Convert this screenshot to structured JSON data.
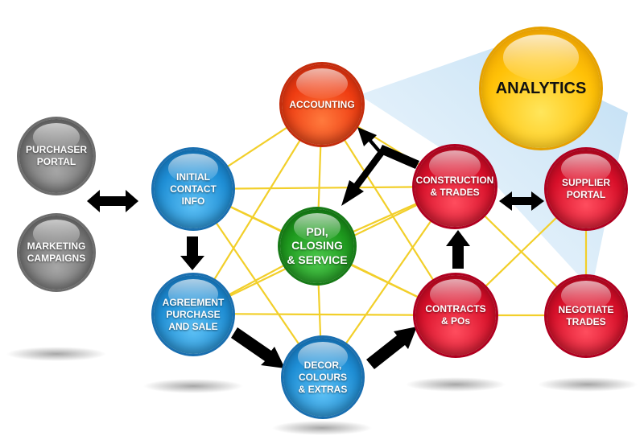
{
  "diagram": {
    "nodes": {
      "purchaser_portal": "PURCHASER\nPORTAL",
      "marketing_campaigns": "MARKETING\nCAMPAIGNS",
      "initial_contact_info": "INITIAL\nCONTACT\nINFO",
      "agreement_purchase_sale": "AGREEMENT\nPURCHASE\nAND SALE",
      "decor_colours_extras": "DECOR,\nCOLOURS\n& EXTRAS",
      "pdi_closing_service": "PDI,\nCLOSING\n& SERVICE",
      "accounting": "ACCOUNTING",
      "construction_trades": "CONSTRUCTION\n& TRADES",
      "contracts_pos": "CONTRACTS\n& POs",
      "supplier_portal": "SUPPLIER\nPORTAL",
      "negotiate_trades": "NEGOTIATE\nTRADES",
      "analytics": "ANALYTICS"
    },
    "colors": {
      "gray": "#7a7a7a",
      "blue": "#1f8fd6",
      "red": "#d9102a",
      "orange": "#ef3d12",
      "green": "#1e9a1e",
      "yellow": "#ffc107",
      "connector": "#f2cf2a",
      "arrow": "#000000",
      "analytics_beam": "#d6ebf8"
    }
  }
}
